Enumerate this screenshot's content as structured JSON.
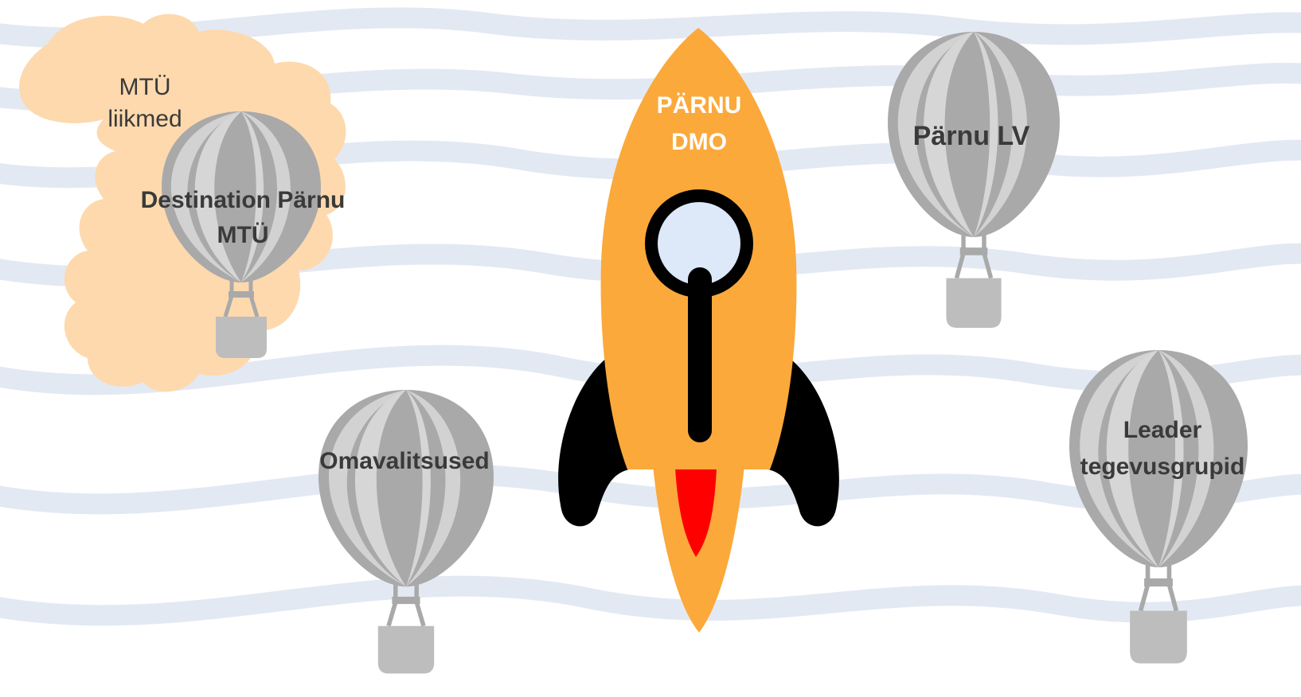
{
  "labels": {
    "cloud_line1": "MTÜ",
    "cloud_line2": "liikmed",
    "balloon_destination_line1": "Destination Pärnu",
    "balloon_destination_line2": "MTÜ",
    "rocket_line1": "PÄRNU",
    "rocket_line2": "DMO",
    "balloon_parnu_lv": "Pärnu LV",
    "balloon_omavalitsused": "Omavalitsused",
    "balloon_leader_line1": "Leader",
    "balloon_leader_line2": "tegevusgrupid"
  },
  "colors": {
    "background_wave": "#e3e9f3",
    "cloud": "#fdd9ad",
    "balloon_dark": "#a9a9a9",
    "balloon_light": "#d6d6d6",
    "basket": "#bdbdbd",
    "rocket_body": "#fba93b",
    "rocket_fins": "#000000",
    "rocket_flame": "#ff0000",
    "porthole_glass": "#dde8f8",
    "label_dark": "#3a3a3a",
    "label_light": "#ffffff"
  },
  "icons": [
    "balloon-icon",
    "rocket-icon",
    "cloud-shape"
  ]
}
